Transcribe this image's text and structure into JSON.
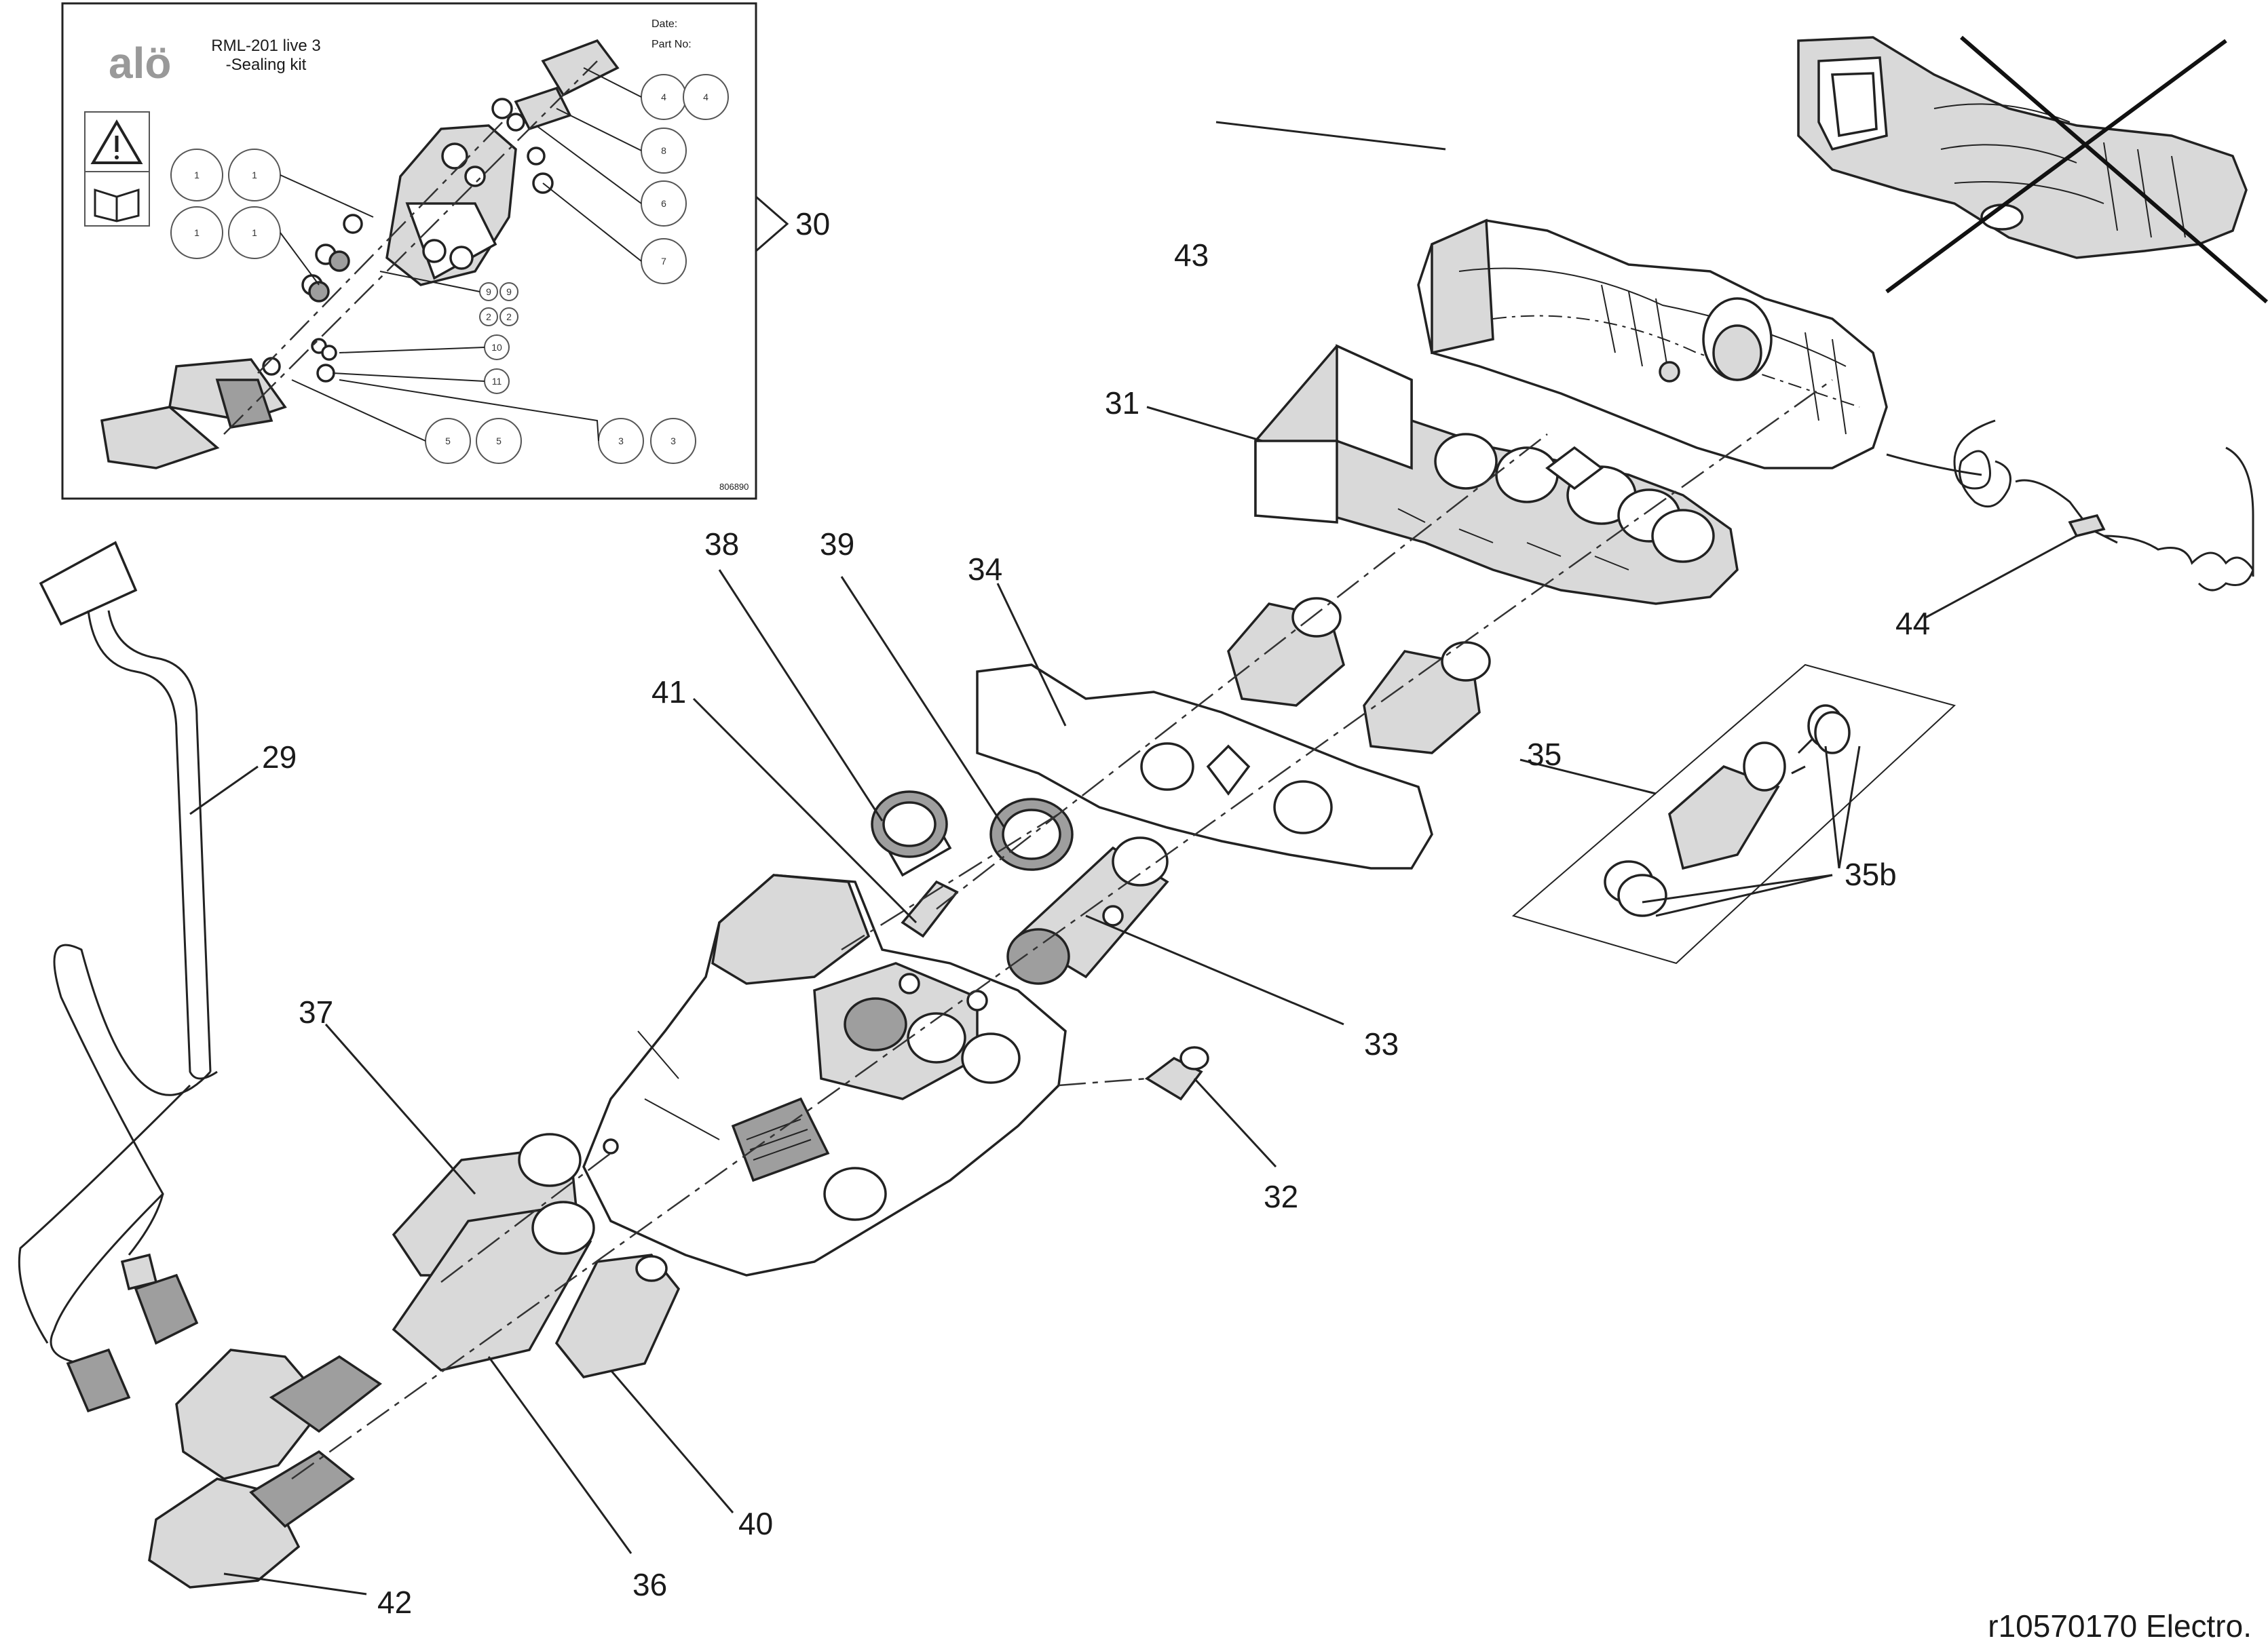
{
  "inset": {
    "title_line1": "RML-201 live 3",
    "title_line2": "-Sealing kit",
    "date_label": "Date:",
    "partno_label": "Part No:",
    "drawing_no": "806890",
    "callouts": [
      "4",
      "4",
      "8",
      "6",
      "7",
      "1",
      "1",
      "1",
      "1",
      "9",
      "9",
      "2",
      "2",
      "10",
      "11",
      "5",
      "5",
      "3",
      "3"
    ]
  },
  "labels": {
    "l29": "29",
    "l30": "30",
    "l31": "31",
    "l32": "32",
    "l33": "33",
    "l34": "34",
    "l35": "35",
    "l35b": "35b",
    "l36": "36",
    "l37": "37",
    "l38": "38",
    "l39": "39",
    "l40": "40",
    "l41": "41",
    "l42": "42",
    "l43": "43",
    "l44": "44"
  },
  "footer": {
    "ref": "r10570170 Electro."
  }
}
